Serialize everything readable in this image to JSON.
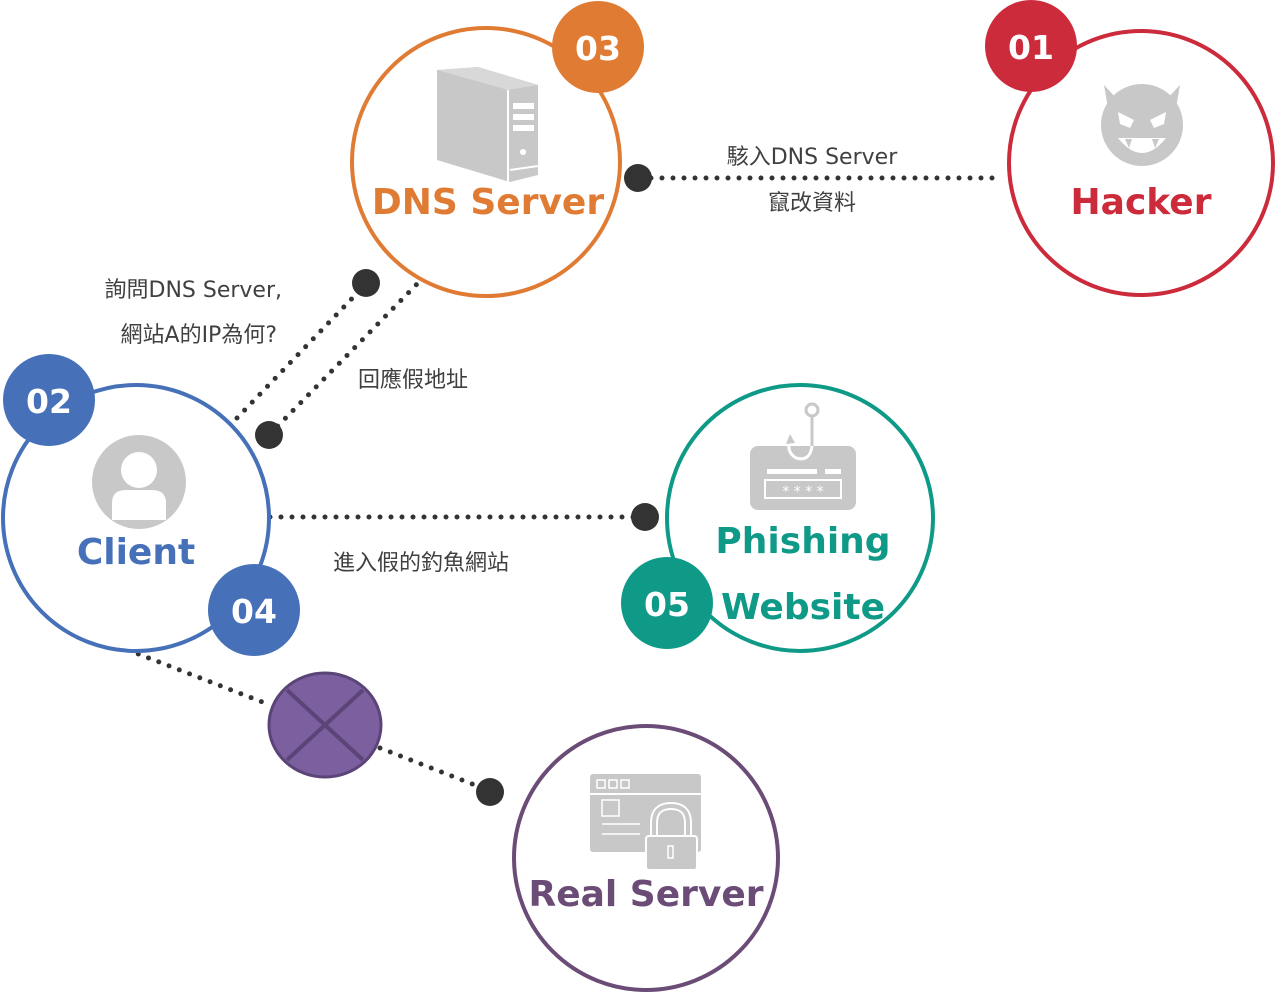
{
  "colors": {
    "hacker": "#cc2b3b",
    "client": "#4670b8",
    "dns": "#e07b34",
    "phishing": "#0f9a88",
    "real": "#6b4c76",
    "blocked": "#7b5f9f",
    "blocked_stroke": "#5a4478",
    "icon": "#c8c8c8",
    "connector": "#333333",
    "edge_text": "#404040"
  },
  "nodes": {
    "hacker": {
      "label": "Hacker",
      "badge": "01",
      "icon": "devil-icon"
    },
    "client": {
      "label": "Client",
      "badge": "02",
      "badge2": "04",
      "icon": "user-icon"
    },
    "dns": {
      "label": "DNS Server",
      "badge": "03",
      "icon": "server-tower-icon"
    },
    "phishing": {
      "label_line1": "Phishing",
      "label_line2": "Website",
      "badge": "05",
      "icon": "phishing-hook-icon"
    },
    "real": {
      "label": "Real Server",
      "icon": "locked-browser-icon"
    }
  },
  "edges": {
    "hack": {
      "line1": "駭入DNS Server",
      "line2": "竄改資料"
    },
    "query": {
      "line1": "詢問DNS Server,",
      "line2": "網站A的IP為何?"
    },
    "reply": {
      "label": "回應假地址"
    },
    "phish": {
      "label": "進入假的釣魚網站"
    },
    "blocked": {
      "icon": "blocked-x-icon"
    }
  }
}
